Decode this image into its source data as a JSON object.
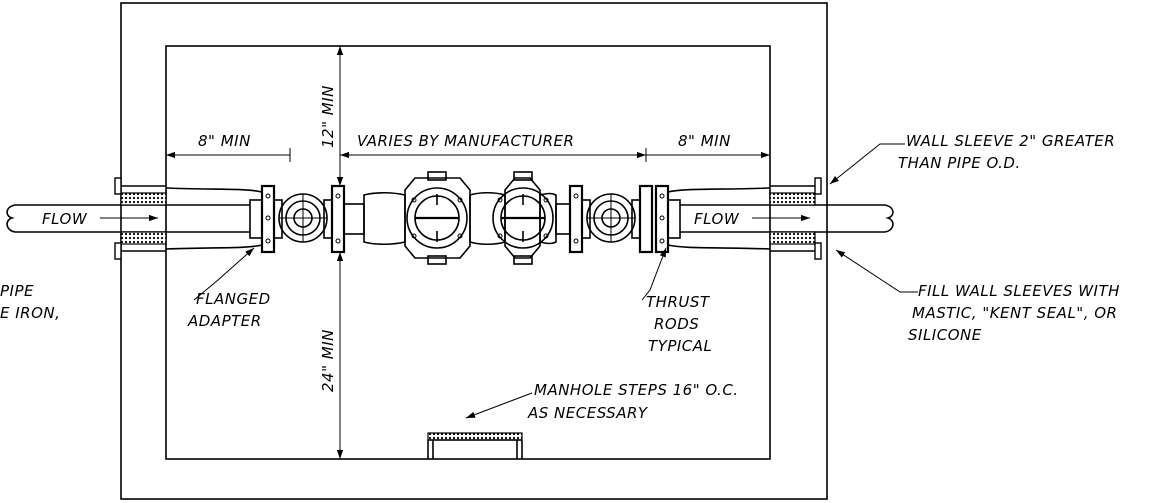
{
  "labels": {
    "dim_left": "8\" MIN",
    "dim_top": "12\" MIN",
    "dim_center": "VARIES BY MANUFACTURER",
    "dim_right": "8\" MIN",
    "dim_bottom": "24\" MIN",
    "flow_left": "FLOW",
    "flow_right": "FLOW",
    "wall_sleeve_1": "WALL SLEEVE 2\" GREATER",
    "wall_sleeve_2": "THAN PIPE O.D.",
    "fill_sleeve_1": "FILL WALL SLEEVES WITH",
    "fill_sleeve_2": "MASTIC, \"KENT SEAL\", OR",
    "fill_sleeve_3": "SILICONE",
    "flanged_1": "FLANGED",
    "flanged_2": "ADAPTER",
    "thrust_1": "THRUST",
    "thrust_2": "RODS",
    "thrust_3": "TYPICAL",
    "manhole_1": "MANHOLE STEPS 16\" O.C.",
    "manhole_2": "AS NECESSARY",
    "pipe_1": "PIPE",
    "pipe_2": "E IRON,"
  }
}
